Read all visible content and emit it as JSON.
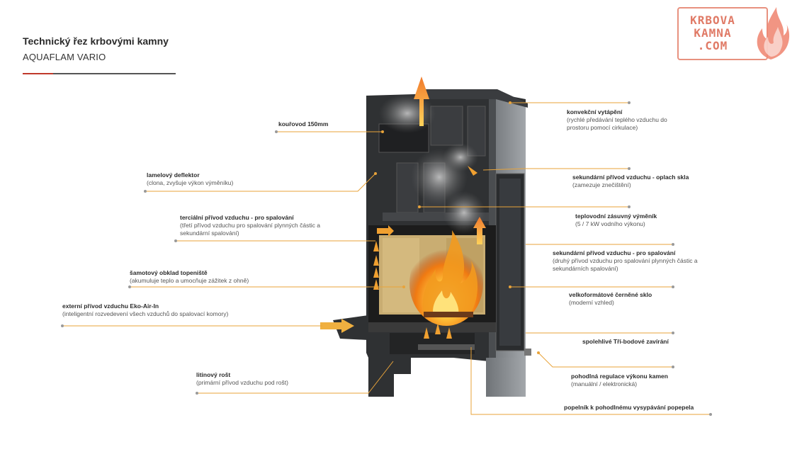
{
  "header": {
    "title": "Technický řez krbovými kamny",
    "subtitle": "AQUAFLAM VARIO"
  },
  "logo": {
    "line1": "KRBOVA",
    "line2": "KAMNA",
    "line3": ".COM",
    "color": "#e07a66"
  },
  "colors": {
    "leader": "#e8a33a",
    "stove_body": "#2f3133",
    "stove_side": "#8e9296",
    "fire": "#f29a1f",
    "chamotte": "#c9ad72"
  },
  "labels_left": [
    {
      "title": "kouřovod 150mm",
      "sub": ""
    },
    {
      "title": "lamelový deflektor",
      "sub": "(clona, zvyšuje výkon výměníku)"
    },
    {
      "title": "terciální přívod vzduchu - pro spalování",
      "sub": "(třetí přívod vzduchu pro spalování plynných částic a sekundární spalování)"
    },
    {
      "title": "šamotový obklad topeniště",
      "sub": "(akumuluje teplo a umocňuje zážitek z ohně)"
    },
    {
      "title": "externí přívod vzduchu Eko-Air-In",
      "sub": "(inteligentní rozvedevení všech vzduchů do spalovací komory)"
    },
    {
      "title": "litinový rošt",
      "sub": "(primární přívod  vzduchu pod rošt)"
    }
  ],
  "labels_right": [
    {
      "title": "konvekční vytápění",
      "sub": "(rychlé předávání teplého vzduchu do prostoru pomocí cirkulace)"
    },
    {
      "title": "sekundární přívod vzduchu - oplach skla",
      "sub": "(zamezuje znečištění)"
    },
    {
      "title": "teplovodní zásuvný výměník",
      "sub": "(5 / 7 kW vodního výkonu)"
    },
    {
      "title": "sekundární přívod vzduchu -  pro spalování",
      "sub": "(druhý přívod vzduchu pro spalování plynných částic a sekundárních spalování)"
    },
    {
      "title": "velkoformátové černěné sklo",
      "sub": "(moderní vzhled)"
    },
    {
      "title": "spolehlivé Tří-bodové zavírání",
      "sub": ""
    },
    {
      "title": "pohodlná regulace výkonu kamen",
      "sub": "(manuální / elektronická)"
    },
    {
      "title": "popelník k pohodlnému vysypávání popepela",
      "sub": ""
    }
  ]
}
